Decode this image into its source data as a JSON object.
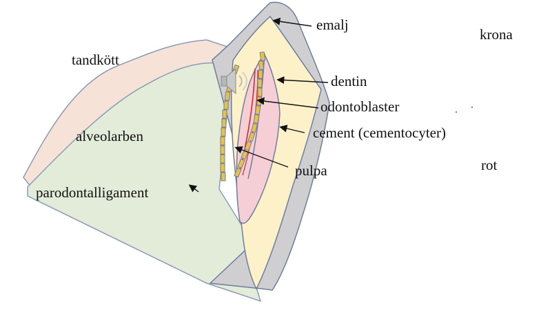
{
  "labels": {
    "emalj": "emalj",
    "krona": "krona",
    "tandkott": "tandkött",
    "dentin": "dentin",
    "odontoblaster": "odontoblaster",
    "cement": "cement (cementocyter)",
    "alveolarben": "alveolarben",
    "pulpa": "pulpa",
    "rot": "rot",
    "parodontalligament": "parodontalligament"
  },
  "icons": {
    "speaker": "speaker-icon"
  },
  "colors": {
    "gum": "#f6e2d6",
    "bone": "#e3ecd8",
    "outer_layer": "#cfcfd2",
    "dentin": "#fdf1c9",
    "pulp": "#f6cfd6",
    "odontoblast_fill": "#e7c24a",
    "outline": "#6d7d9b",
    "nerve": "#d62828"
  }
}
